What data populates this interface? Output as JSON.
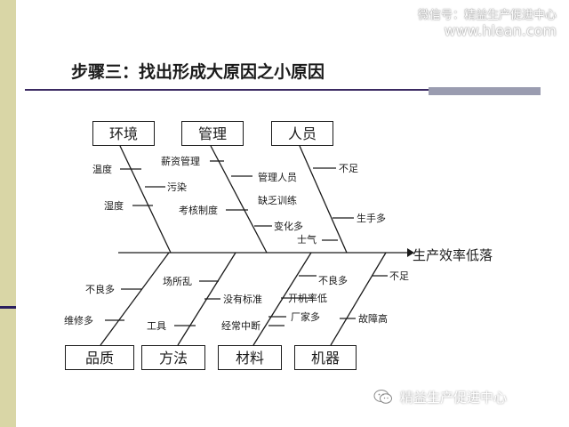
{
  "watermark_top": {
    "line1": "微信号：精益生产促进中心",
    "line2": "www.hlean.com"
  },
  "title": "步骤三：找出形成大原因之小原因",
  "effect": "生产效率低落",
  "top_categories": [
    {
      "label": "环境",
      "causes": [
        "温度",
        "污染",
        "湿度"
      ]
    },
    {
      "label": "管理",
      "causes": [
        "薪资管理",
        "考核制度"
      ]
    },
    {
      "label": "人员",
      "causes": [
        "不足",
        "管理人员",
        "缺乏训练",
        "生手多",
        "变化多",
        "士气"
      ]
    }
  ],
  "bottom_categories": [
    {
      "label": "品质",
      "causes": [
        "不良多",
        "维修多"
      ]
    },
    {
      "label": "方法",
      "causes": [
        "场所乱",
        "没有标准",
        "工具",
        "经常中断"
      ]
    },
    {
      "label": "材料",
      "causes": [
        "不良多",
        "开机率低",
        "厂家多"
      ]
    },
    {
      "label": "机器",
      "causes": [
        "不足",
        "故障高"
      ]
    }
  ],
  "watermark_bottom": "精益生产促进中心",
  "icons": {
    "wechat": "wechat-icon"
  },
  "colors": {
    "sidebar": "#d9d6a6",
    "rule": "#3b2a62",
    "accent_bar": "#9a9cb0"
  }
}
